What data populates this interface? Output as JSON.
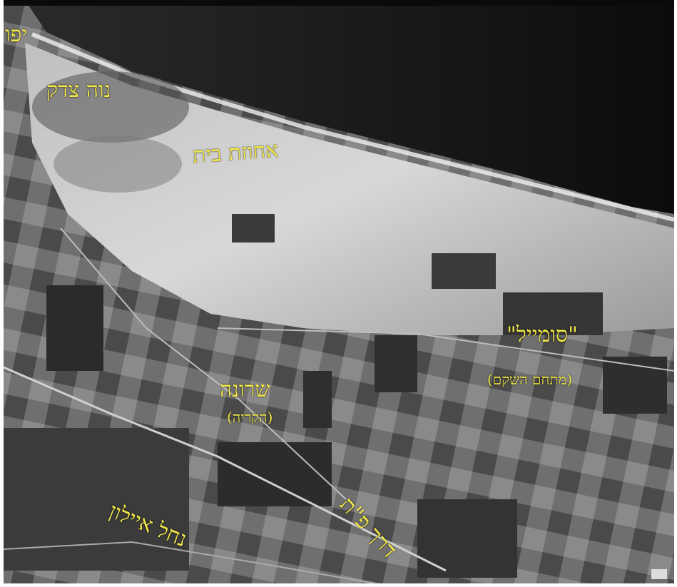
{
  "map": {
    "labels": {
      "yafo": "יפו",
      "neve_tzedek": "נוה צדק",
      "ahuzat_bayit": "אחוזת בית",
      "somail": "\"סומייל\"",
      "somail_note": "(מתחם השקם)",
      "sarona": "שרונה",
      "sarona_note": "(הקריה)",
      "nahal_ayalon": "נחל איילון",
      "derekh_petah_tikva": "דרך פ\"ת"
    },
    "colors": {
      "label": "#f3e84a",
      "sea": "#1b1b1b",
      "sand": "#d9d9d9",
      "fields_dark": "#3a3a3a"
    }
  }
}
